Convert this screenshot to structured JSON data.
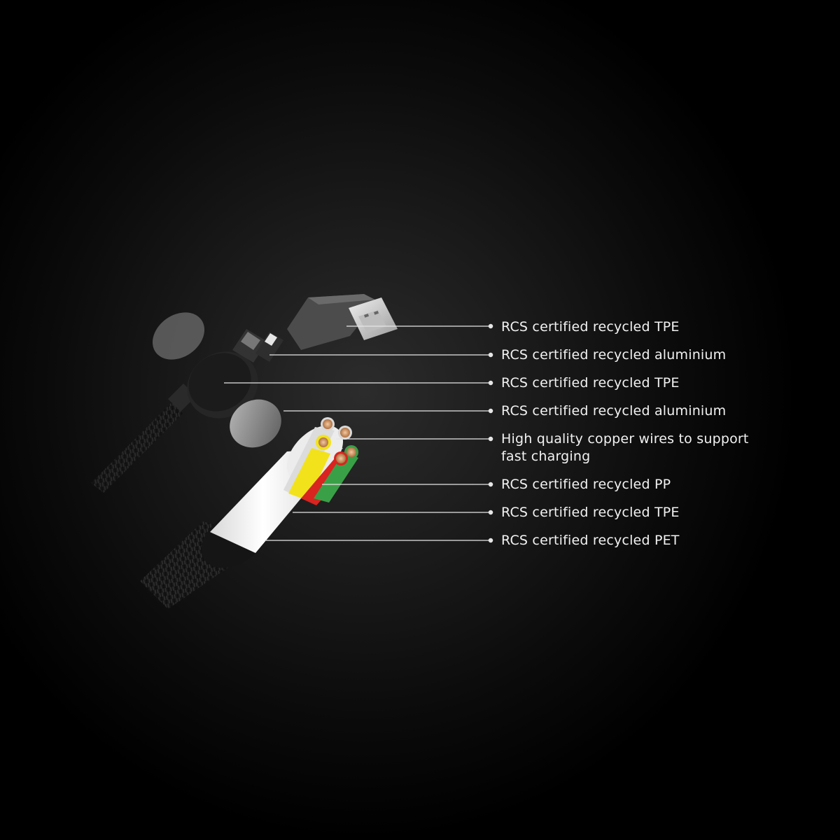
{
  "callouts": [
    {
      "id": "usb-a-housing",
      "lines": [
        "RCS certified recycled TPE"
      ]
    },
    {
      "id": "connector-shell",
      "lines": [
        "RCS certified recycled aluminium"
      ]
    },
    {
      "id": "round-hub",
      "lines": [
        "RCS certified recycled TPE"
      ]
    },
    {
      "id": "metal-disc",
      "lines": [
        "RCS certified recycled aluminium"
      ]
    },
    {
      "id": "copper-wires",
      "lines": [
        "High quality copper wires to support",
        "fast charging"
      ]
    },
    {
      "id": "wire-insulation",
      "lines": [
        "RCS certified recycled PP"
      ]
    },
    {
      "id": "inner-jacket",
      "lines": [
        "RCS certified recycled TPE"
      ]
    },
    {
      "id": "braided-sleeve",
      "lines": [
        "RCS certified recycled PET"
      ]
    }
  ],
  "colors": {
    "background": "#000000",
    "leader_line": "#e6e6e6",
    "text": "#f2f2f2",
    "wire_yellow": "#f2e21c",
    "wire_red": "#d9241f",
    "wire_green": "#3aa047",
    "inner_jacket": "#f4f4f4",
    "braid": "#1e1e1e"
  },
  "icons": [
    "usb-a-connector-icon",
    "usb-c-connector-icon",
    "micro-usb-connector-icon"
  ]
}
